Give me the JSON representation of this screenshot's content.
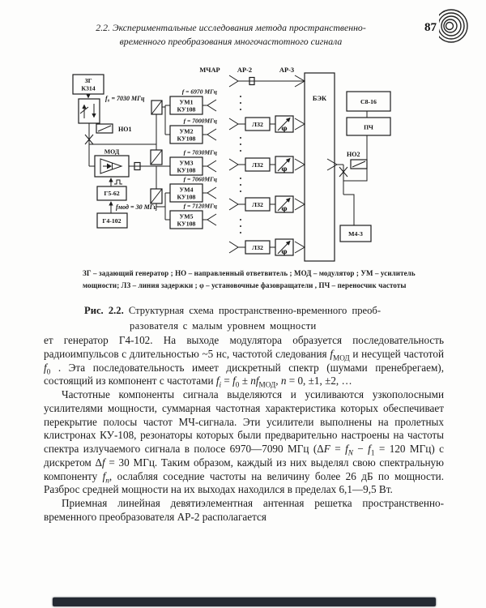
{
  "page": {
    "number": "87",
    "header_line1": "2.2. Экспериментальные исследования метода пространственно-",
    "header_line2": "временного преобразования многочастотного сигнала"
  },
  "diagram": {
    "zg_line1": "ЗГ",
    "zg_line2": "К314",
    "f0_label": "f₀ = 7030 МГц",
    "no1_label": "НО1",
    "mod_label": "МОД",
    "g5_label": "Г5-62",
    "fmod_label": "fмод = 30 МГц",
    "g4_label": "Г4-102",
    "mchar_label": "МЧАР",
    "ar2_label": "АР-2",
    "ar3_label": "АР-3",
    "bek_label": "БЭК",
    "s8_label": "С8-16",
    "pch_label": "ПЧ",
    "no2_label": "НО2",
    "m4_label": "М4-3",
    "lz_label": "ЛЗ2",
    "phi_symbol": "φ",
    "amplifiers": [
      {
        "name": "УМ1",
        "type": "КУ108",
        "freq": "f = 6970 МГц"
      },
      {
        "name": "УМ2",
        "type": "КУ108",
        "freq": "f = 7000МГц"
      },
      {
        "name": "УМ3",
        "type": "КУ108",
        "freq": "f = 7030МГц"
      },
      {
        "name": "УМ4",
        "type": "КУ108",
        "freq": "f = 7060МГц"
      },
      {
        "name": "УМ5",
        "type": "КУ108",
        "freq": "f = 7120МГц"
      }
    ]
  },
  "legend": {
    "line1": "ЗГ – задающий генератор ; НО – направленный ответвитель ; МОД – модулятор ; УМ – усилитель",
    "line2": "мощности; ЛЗ – линия задержки ; φ – установочные фазовращатели , ПЧ – переносчик частоты"
  },
  "caption": {
    "label": "Рис. 2.2.",
    "line1": "Структурная схема пространственно-временного преоб-",
    "line2": "разователя с малым уровнем мощности"
  },
  "body": {
    "paragraphs": [
      {
        "runs": [
          {
            "t": "ет генератор Г4-102. На выходе модулятора образуется последовательность радиоимпульсов с длительностью ~5 нс, частотой следования "
          },
          {
            "t": "f",
            "i": 1
          },
          {
            "t": "МОД",
            "s": 1
          },
          {
            "t": " и несущей частотой "
          },
          {
            "t": "f",
            "i": 1
          },
          {
            "t": "0",
            "s": 1
          },
          {
            "t": " . Эта последовательность имеет дискретный спектр (шумами пренебрегаем), состоящий из компонент с частотами "
          },
          {
            "t": "f",
            "i": 1
          },
          {
            "t": "i",
            "i": 1,
            "s": 1
          },
          {
            "t": " = "
          },
          {
            "t": "f",
            "i": 1
          },
          {
            "t": "0",
            "s": 1
          },
          {
            "t": " ± "
          },
          {
            "t": "n",
            "i": 1
          },
          {
            "t": "f",
            "i": 1
          },
          {
            "t": "МОД",
            "s": 1
          },
          {
            "t": ", "
          },
          {
            "t": "n",
            "i": 1
          },
          {
            "t": " = 0, ±1, ±2, …"
          }
        ]
      },
      {
        "runs": [
          {
            "t": "Частотные компоненты сигнала выделяются и усиливаются узкополосными усилителями мощности, суммарная частотная характеристика которых обеспечивает перекрытие полосы частот МЧ-сигнала. Эти усилители выполнены на пролетных клистронах КУ-108, резонаторы которых были предварительно настроены на частоты спектра излучаемого сигнала в полосе 6970—7090 МГц (Δ"
          },
          {
            "t": "F",
            "i": 1
          },
          {
            "t": " = "
          },
          {
            "t": "f",
            "i": 1
          },
          {
            "t": "N",
            "i": 1,
            "s": 1
          },
          {
            "t": " − "
          },
          {
            "t": "f",
            "i": 1
          },
          {
            "t": "1",
            "s": 1
          },
          {
            "t": " = 120 МГц) с дискретом Δ"
          },
          {
            "t": "f",
            "i": 1
          },
          {
            "t": " = 30 МГц. Таким образом, каждый из них выделял свою спектральную компоненту "
          },
          {
            "t": "f",
            "i": 1
          },
          {
            "t": "n",
            "i": 1,
            "s": 1
          },
          {
            "t": ", ослабляя соседние частоты на величину более 26 дБ по мощности. Разброс средней мощности на их выходах находился в пределах 6,1—9,5 Вт."
          }
        ]
      },
      {
        "runs": [
          {
            "t": "Приемная линейная девятиэлементная антенная решетка пространственно-временного преобразователя АР-2 располагается"
          }
        ]
      }
    ]
  }
}
